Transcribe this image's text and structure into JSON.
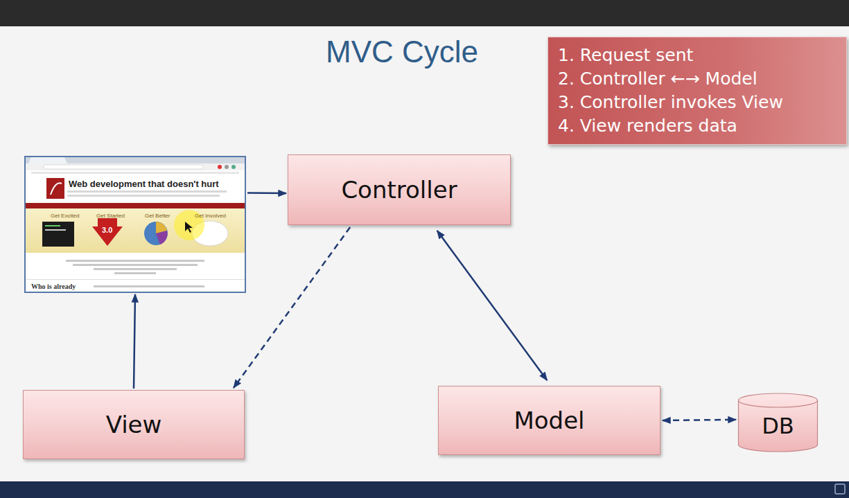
{
  "diagram": {
    "title": "MVC Cycle",
    "nodes": [
      {
        "text": [
          "1. Request sent",
          "2. Controller ←→ Model",
          "3. Controller invokes View",
          "4. View renders data"
        ]
      },
      {
        "text": [
          "Web development that doesn't hurt",
          "Get Excited",
          "Get Started",
          "Get Better",
          "Get Involved",
          "3.0",
          "Who is already"
        ]
      },
      {
        "text": [
          "Controller"
        ]
      },
      {
        "text": [
          "View"
        ]
      },
      {
        "text": [
          "Model"
        ]
      },
      {
        "text": [
          "DB"
        ]
      }
    ],
    "edges": [
      {
        "from": 1,
        "to": 2,
        "arrow": "to"
      },
      {
        "from": 2,
        "to": 3,
        "arrow": "to"
      },
      {
        "from": 2,
        "to": 4,
        "arrow": "both"
      },
      {
        "from": 3,
        "to": 1,
        "arrow": "to"
      },
      {
        "from": 4,
        "to": 5,
        "arrow": "both"
      }
    ]
  }
}
